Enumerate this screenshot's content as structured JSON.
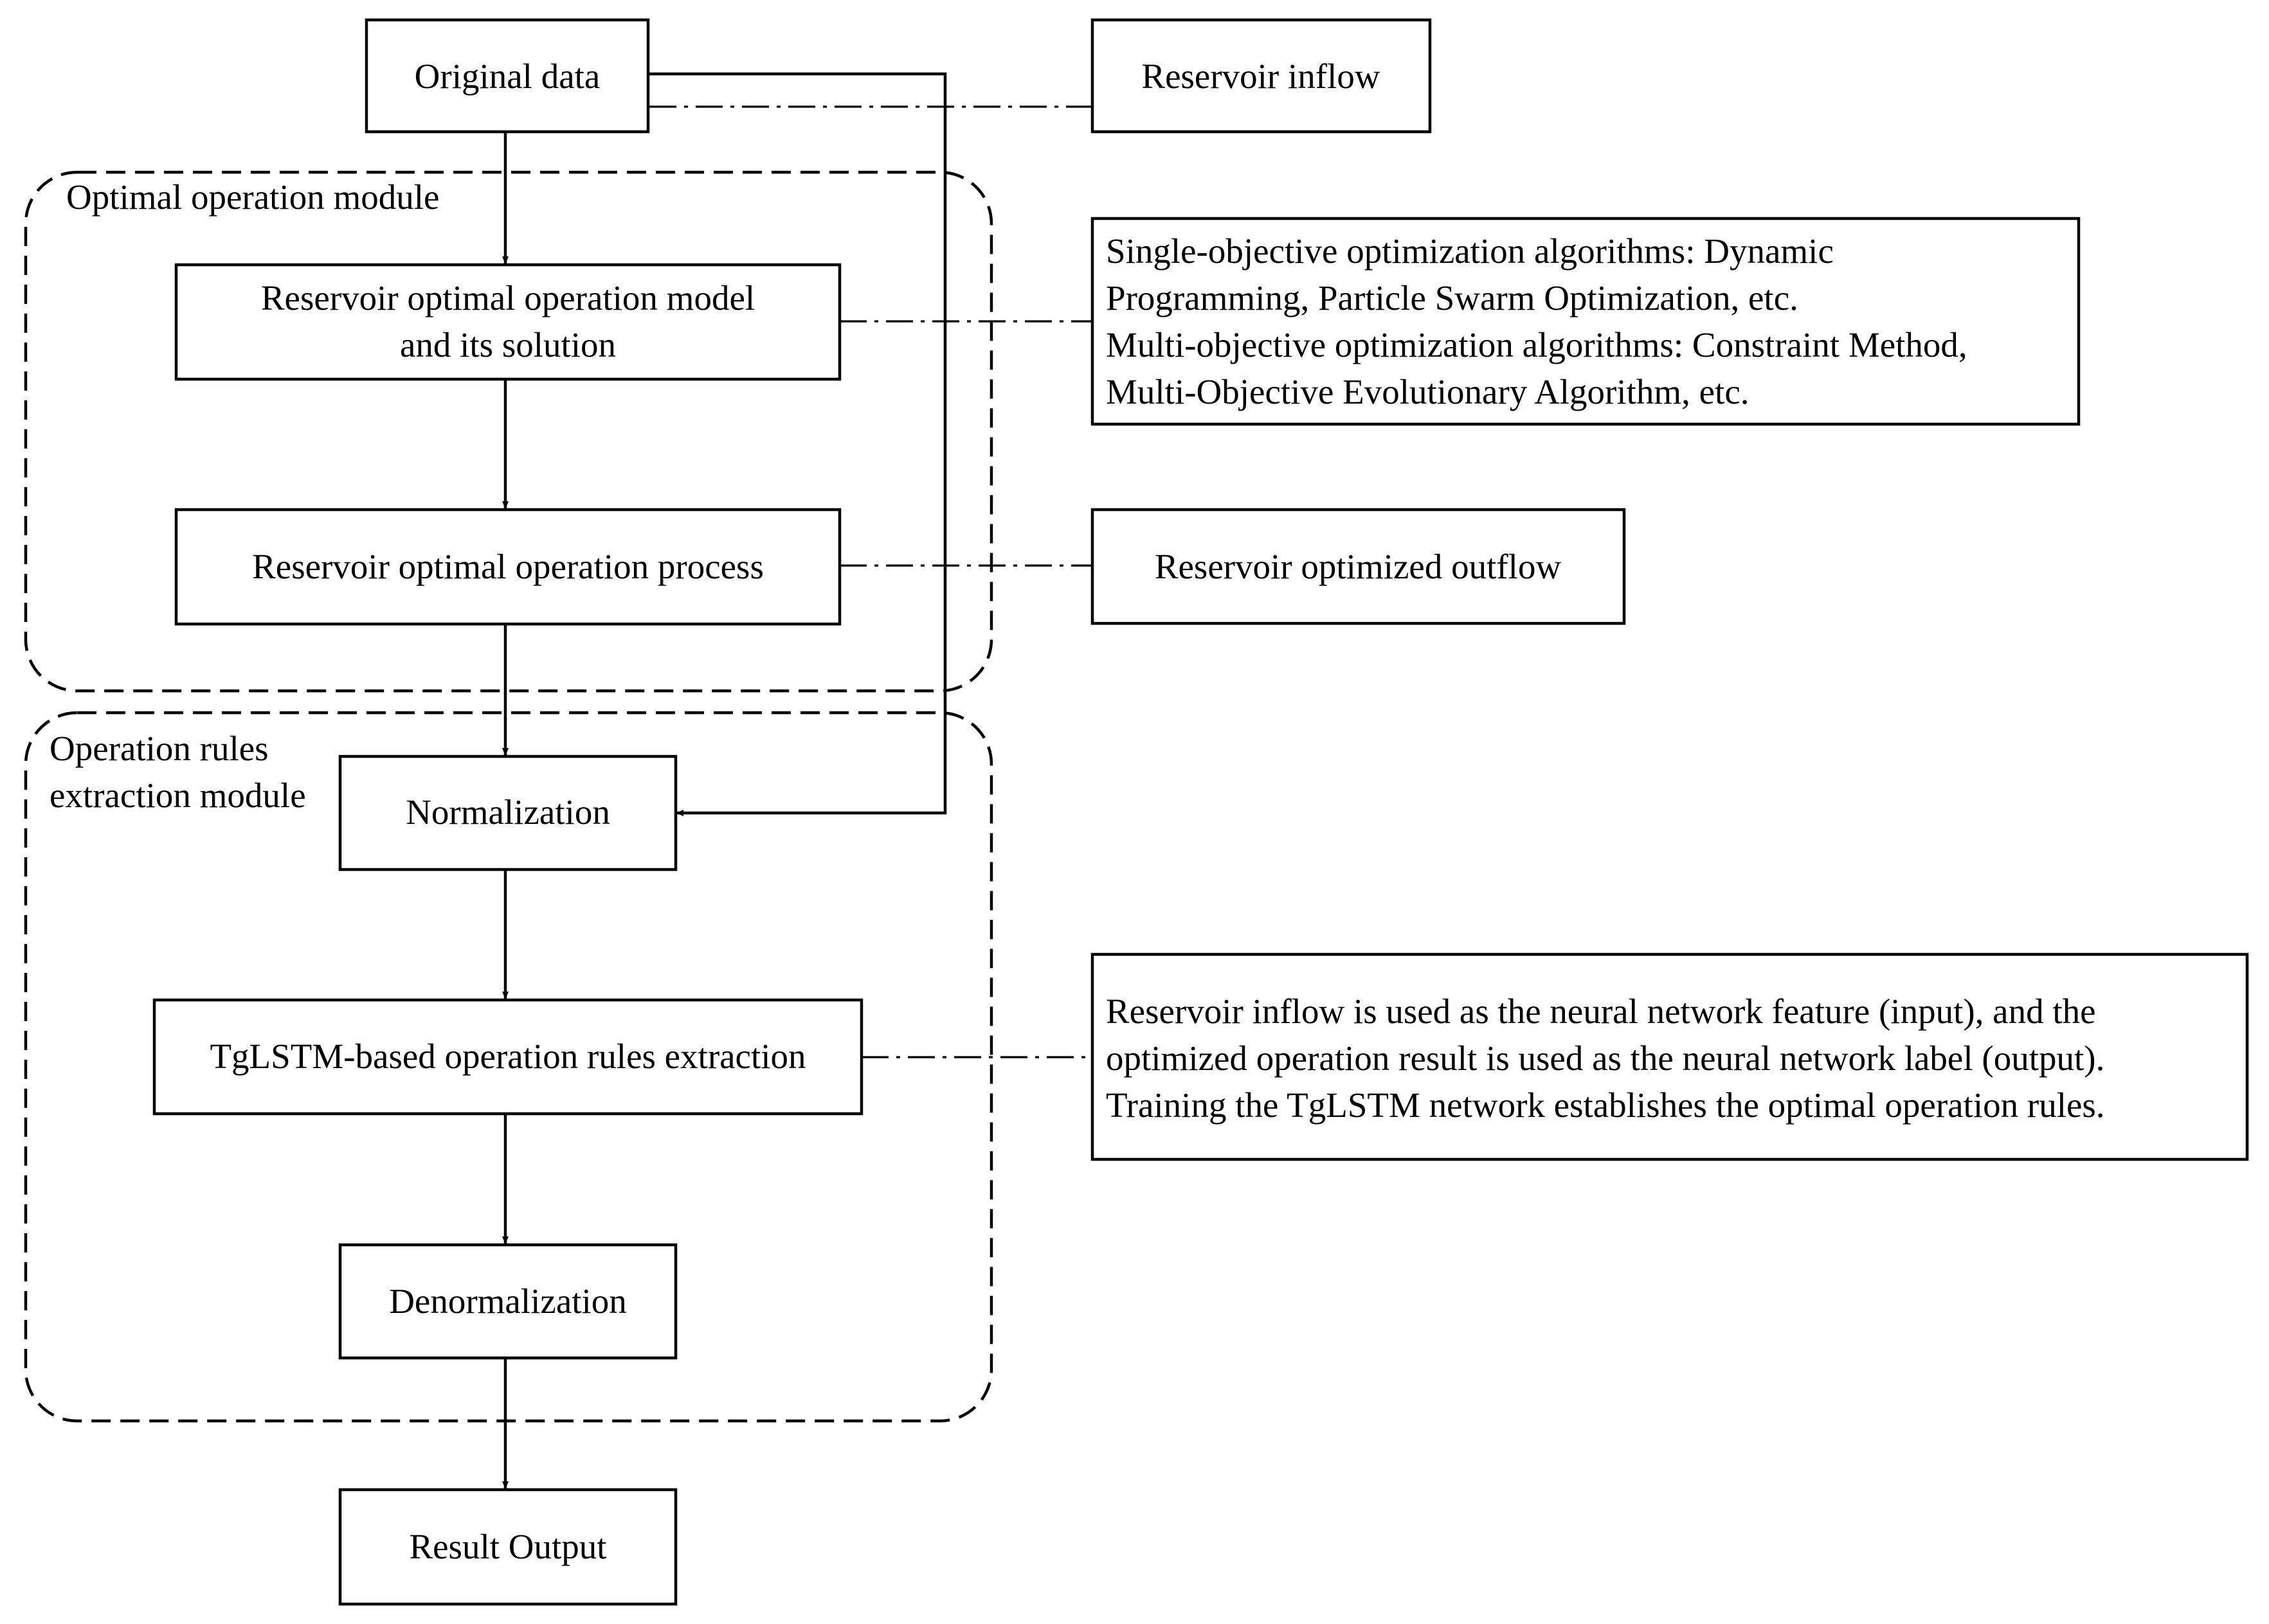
{
  "modules": {
    "optimal": {
      "label": [
        "Optimal operation module"
      ]
    },
    "extraction": {
      "label": [
        "Operation rules",
        "extraction module"
      ]
    }
  },
  "nodes": {
    "original_data": [
      "Original data"
    ],
    "model_solution": [
      "Reservoir optimal operation model",
      "and its solution"
    ],
    "operation_process": [
      "Reservoir optimal operation process"
    ],
    "normalization": [
      "Normalization"
    ],
    "tglstm_extraction": [
      "TgLSTM-based operation rules extraction"
    ],
    "denormalization": [
      "Denormalization"
    ],
    "result_output": [
      "Result Output"
    ]
  },
  "notes": {
    "reservoir_inflow": [
      "Reservoir inflow"
    ],
    "algorithms": [
      "Single-objective optimization algorithms: Dynamic",
      "Programming, Particle Swarm Optimization, etc.",
      "Multi-objective optimization algorithms: Constraint Method,",
      "Multi-Objective Evolutionary Algorithm, etc."
    ],
    "optimized_outflow": [
      "Reservoir optimized outflow"
    ],
    "tglstm_explanation": [
      "Reservoir inflow is used as the neural network feature (input), and the",
      "optimized operation result is used as the neural network label (output).",
      "Training the TgLSTM network establishes the optimal operation rules."
    ]
  }
}
